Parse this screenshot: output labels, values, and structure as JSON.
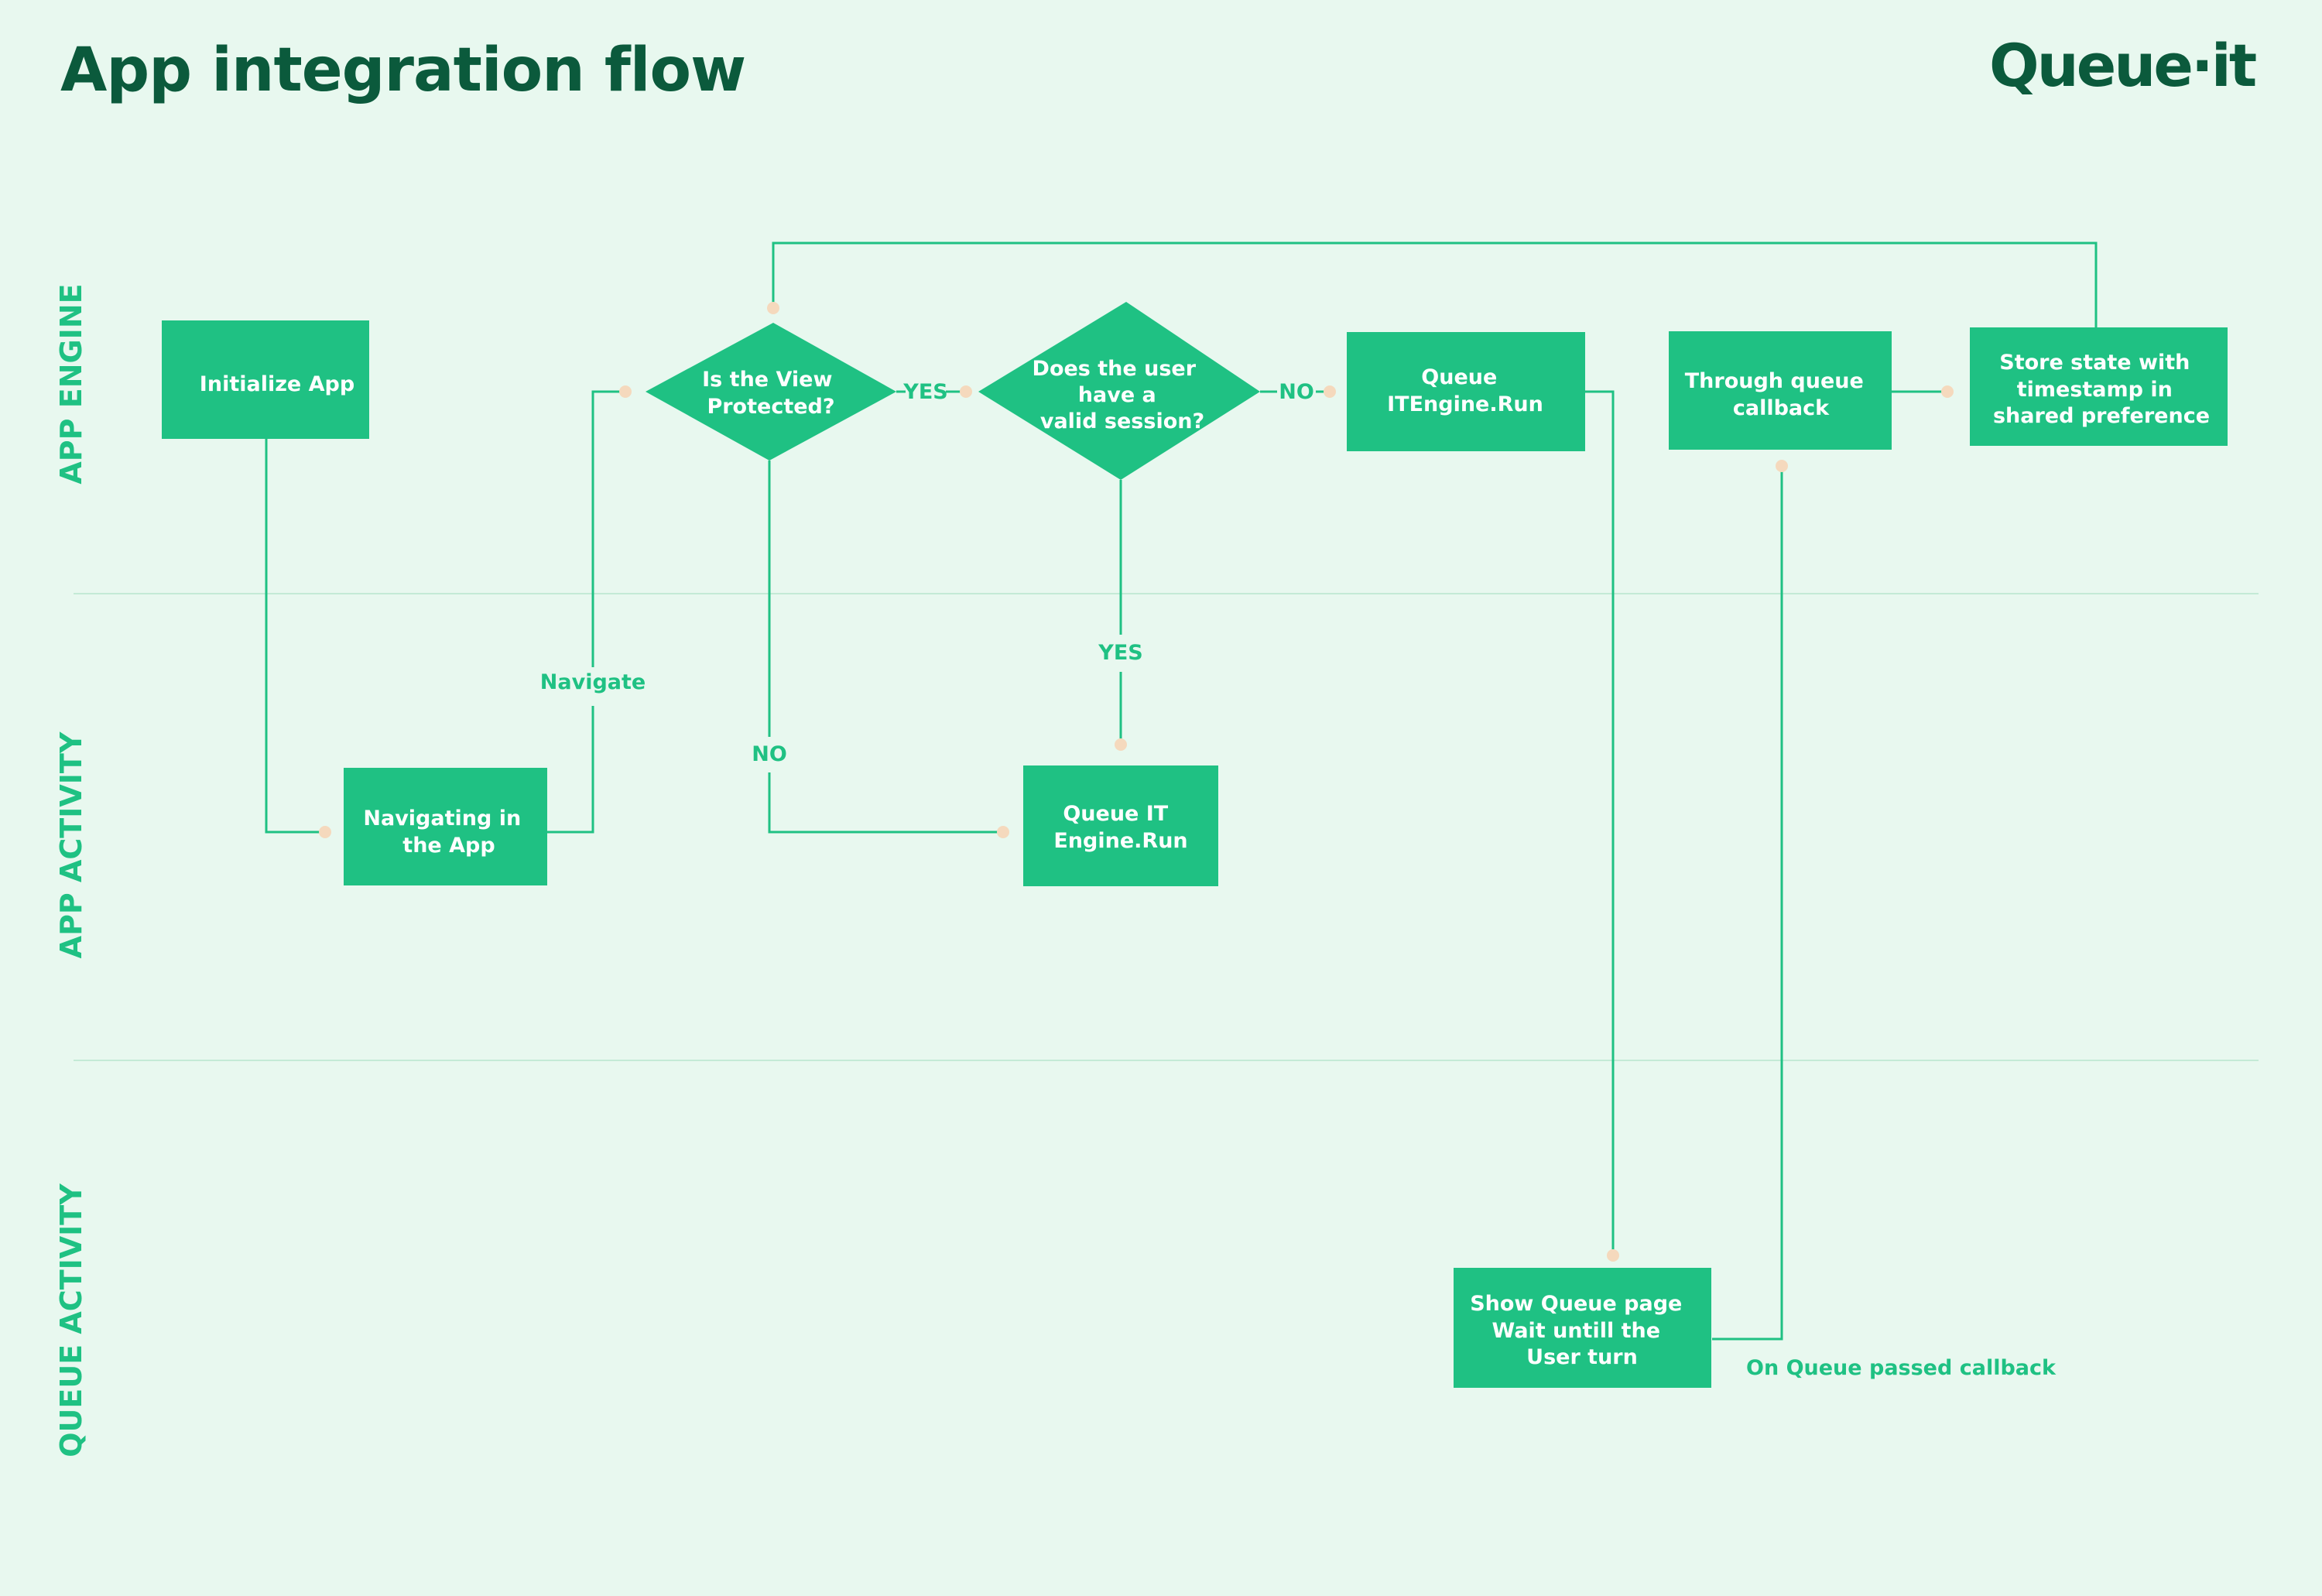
{
  "title": "App integration flow",
  "logo": "Queue·it",
  "lanes": [
    "APP ENGINE",
    "APP ACTIVITY",
    "QUEUE ACTIVITY"
  ],
  "colors": {
    "background": "#e8f8ef",
    "node_fill": "#1fc183",
    "line": "#1fc183",
    "connector_dot": "#f5d9bd",
    "title": "#0b5a3c",
    "lane_label": "#1fc183"
  },
  "nodes": {
    "init_app": [
      "Initialize App"
    ],
    "navigating": [
      "Navigating in",
      "the App"
    ],
    "view_protected": [
      "Is the View",
      "Protected?"
    ],
    "valid_session": [
      "Does the  user",
      "have a",
      "valid session?"
    ],
    "queue_run_engine": [
      "Queue",
      "ITEngine.Run"
    ],
    "queue_run_activity": [
      "Queue IT",
      "Engine.Run"
    ],
    "through_callback": [
      "Through queue",
      "callback"
    ],
    "store_state": [
      "Store state with",
      "timestamp in",
      "shared preference"
    ],
    "show_queue": [
      "Show Queue page",
      "Wait untill the",
      "User turn"
    ]
  },
  "edge_labels": {
    "navigate": "Navigate",
    "yes_protected": "YES",
    "no_protected": "NO",
    "yes_session": "YES",
    "no_session": "NO",
    "queue_passed": "On Queue passed callback"
  }
}
